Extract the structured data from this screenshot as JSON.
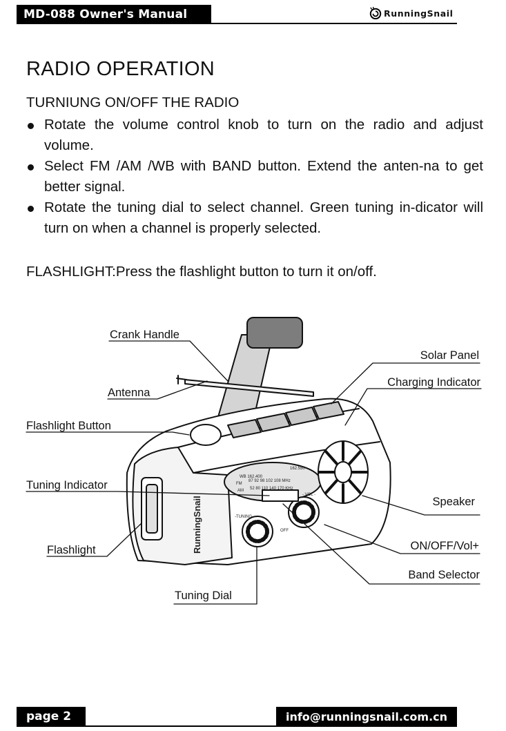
{
  "header": {
    "title": "MD-088  Owner's Manual",
    "brand": "RunningSnail",
    "brand_icon": "snail-logo-icon"
  },
  "content": {
    "section_title": "RADIO OPERATION",
    "subtitle": "TURNIUNG ON/OFF THE RADIO",
    "bullets": [
      "Rotate the volume control knob to turn on the radio and adjust volume.",
      "Select FM /AM /WB with BAND button. Extend the anten-na to get better signal.",
      "Rotate the tuning dial to select channel. Green tuning in-dicator will turn on when a channel is properly selected."
    ],
    "flashlight_label": "FLASHLIGHT:",
    "flashlight_text": "Press the flashlight button to turn it on/off."
  },
  "diagram": {
    "callouts": {
      "crank_handle": "Crank Handle",
      "antenna": "Antenna",
      "flashlight_button": "Flashlight Button",
      "tuning_indicator": "Tuning Indicator",
      "flashlight": "Flashlight",
      "tuning_dial": "Tuning Dial",
      "solar_panel": "Solar Panel",
      "charging_indicator": "Charging Indicator",
      "speaker": "Speaker",
      "on_off_vol": "ON/OFF/Vol+",
      "band_selector": "Band Selector"
    },
    "device_brand": "RunningSnail",
    "panel": {
      "wb": "WB 162.400",
      "wb_end": "162.550",
      "fm": "FM",
      "fm_scale": "87  92  98  102  108  MHz",
      "am": "AM",
      "am_scale": "52  80  110  140  170  KHz",
      "tuning": "-TUNING-",
      "vol": "- VOL -",
      "off": "OFF"
    }
  },
  "footer": {
    "page": "page 2",
    "email": "info@runningsnail.com.cn"
  }
}
